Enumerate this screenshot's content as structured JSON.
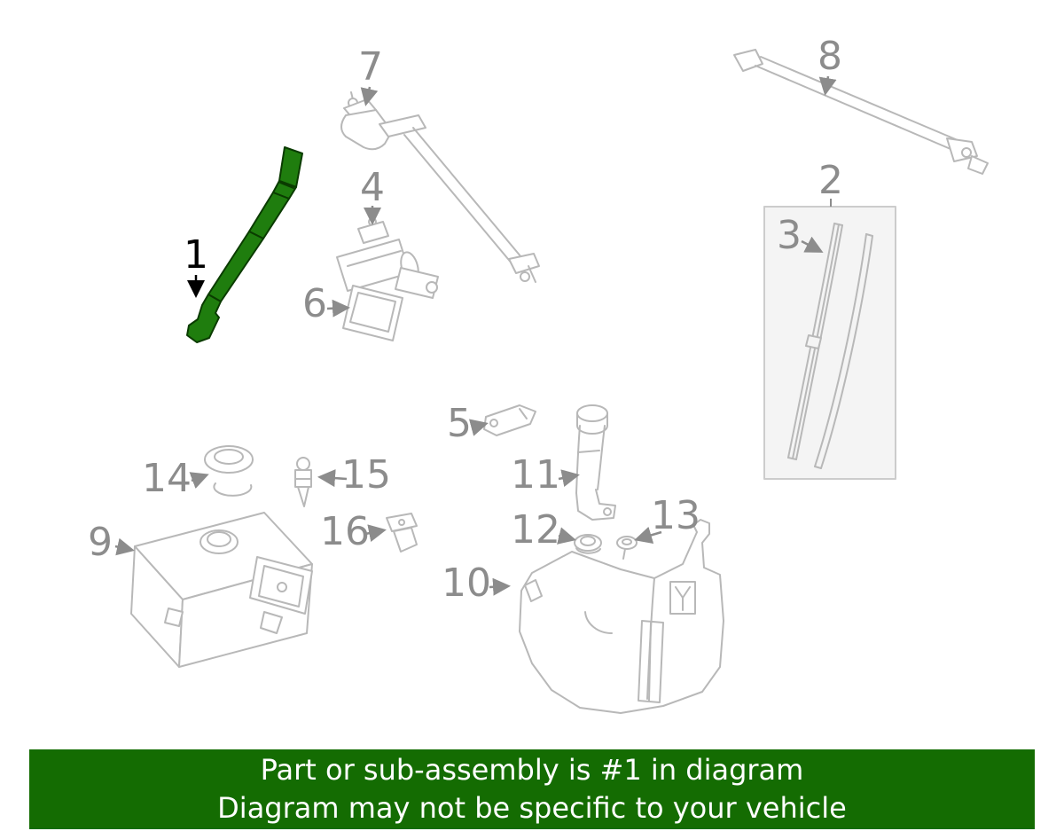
{
  "diagram": {
    "callouts": {
      "p1": "1",
      "p2": "2",
      "p3": "3",
      "p4": "4",
      "p5": "5",
      "p6": "6",
      "p7": "7",
      "p8": "8",
      "p9": "9",
      "p10": "10",
      "p11": "11",
      "p12": "12",
      "p13": "13",
      "p14": "14",
      "p15": "15",
      "p16": "16"
    },
    "highlighted_part": "1",
    "colors": {
      "highlight_fill": "#1f7d0e",
      "highlight_outline": "#0a3b00",
      "line_art": "#b8b8b8",
      "callout_text": "#8c8c8c",
      "highlight_callout_text": "#000000",
      "blade_box_fill": "#f4f4f4"
    }
  },
  "banner": {
    "line1": "Part or sub-assembly is #1 in diagram",
    "line2": "Diagram may not be specific to your vehicle",
    "background": "#146c02",
    "text_color": "#ffffff"
  }
}
